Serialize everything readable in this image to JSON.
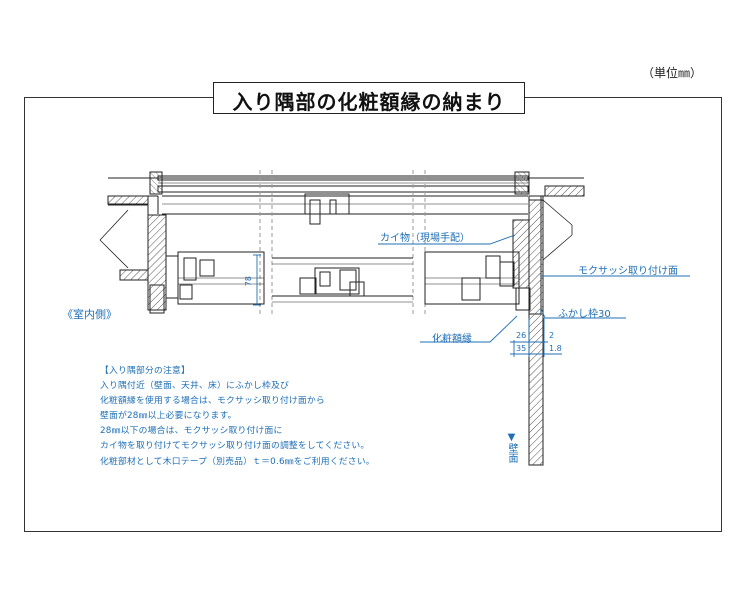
{
  "unit_label": "（単位㎜）",
  "title": "入り隅部の化粧額縁の納まり",
  "labels": {
    "kaimono": "カイ物（現場手配）",
    "mokusash_face": "モクサッシ取り付け面",
    "fukashi": "ふかし枠30",
    "gakubuchi": "化粧額縁",
    "indoor": "《室内側》",
    "wall": "▼壁面"
  },
  "dimensions": {
    "height_78": "78",
    "d26": "26",
    "d2": "2",
    "d35": "35",
    "d18": "1.8"
  },
  "notes": [
    "【入り隅部分の注意】",
    "入り隅付近（壁面、天井、床）にふかし枠及び",
    "化粧額縁を使用する場合は、モクサッシ取り付け面から",
    "壁面が28㎜以上必要になります。",
    "28㎜以下の場合は、モクサッシ取り付け面に",
    "カイ物を取り付けてモクサッシ取り付け面の調整をしてください。",
    "化粧部材として木口テープ（別売品）ｔ＝0.6㎜をご利用ください。"
  ],
  "colors": {
    "annotation": "#1f6fb5",
    "line": "#222222",
    "hatch": "#555555"
  }
}
